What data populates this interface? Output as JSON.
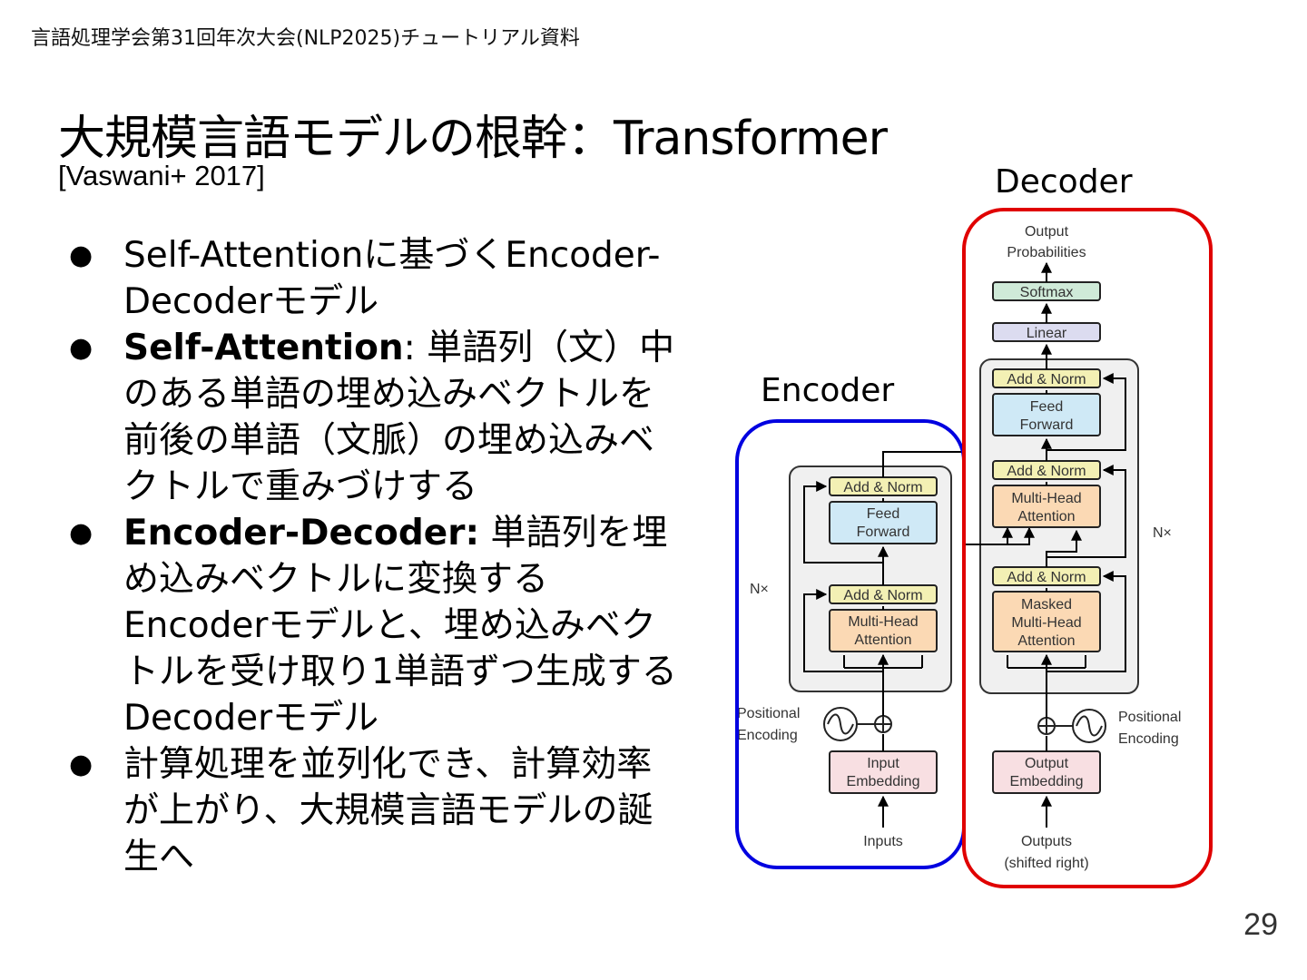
{
  "header": {
    "text": "言語処理学会第31回年次大会(NLP2025)チュートリアル資料"
  },
  "slide": {
    "title": "大規模言語モデルの根幹：Transformer",
    "citation": "[Vaswani+ 2017]",
    "bullets": [
      {
        "bold": "",
        "text": "Self-Attentionに基づくEncoder-Decoderモデル"
      },
      {
        "bold": "Self-Attention",
        "text": ": 単語列（文）中のある単語の埋め込みベクトルを前後の単語（文脈）の埋め込みベクトルで重みづけする"
      },
      {
        "bold": "Encoder-Decoder:",
        "text": " 単語列を埋め込みベクトルに変換するEncoderモデルと、埋め込みベクトルを受け取り1単語ずつ生成するDecoderモデル"
      },
      {
        "bold": "",
        "text": "計算処理を並列化でき、計算効率が上がり、大規模言語モデルの誕生へ"
      }
    ],
    "page_number": "29"
  },
  "diagram": {
    "encoder_label": "Encoder",
    "decoder_label": "Decoder",
    "encoder": {
      "add_norm_top": "Add & Norm",
      "feed_forward": [
        "Feed",
        "Forward"
      ],
      "add_norm_bottom": "Add & Norm",
      "attention": [
        "Multi-Head",
        "Attention"
      ],
      "nx": "N×",
      "positional": [
        "Positional",
        "Encoding"
      ],
      "embedding": [
        "Input",
        "Embedding"
      ],
      "inputs": "Inputs"
    },
    "decoder": {
      "output_probs": [
        "Output",
        "Probabilities"
      ],
      "softmax": "Softmax",
      "linear": "Linear",
      "add_norm_1": "Add & Norm",
      "feed_forward": [
        "Feed",
        "Forward"
      ],
      "add_norm_2": "Add & Norm",
      "cross_attention": [
        "Multi-Head",
        "Attention"
      ],
      "add_norm_3": "Add & Norm",
      "masked_attention": [
        "Masked",
        "Multi-Head",
        "Attention"
      ],
      "nx": "N×",
      "positional": [
        "Positional",
        "Encoding"
      ],
      "embedding": [
        "Output",
        "Embedding"
      ],
      "outputs": [
        "Outputs",
        "(shifted right)"
      ]
    },
    "colors": {
      "encoder_outline": "#0000e0",
      "decoder_outline": "#e00000",
      "add_norm": "#f3f0b4",
      "feed_forward": "#cfe9f6",
      "attention": "#fbd9b4",
      "embedding": "#f8dfe2",
      "softmax": "#cfead8",
      "linear": "#dcdcf0",
      "block_bg": "#f0f0f0"
    }
  }
}
